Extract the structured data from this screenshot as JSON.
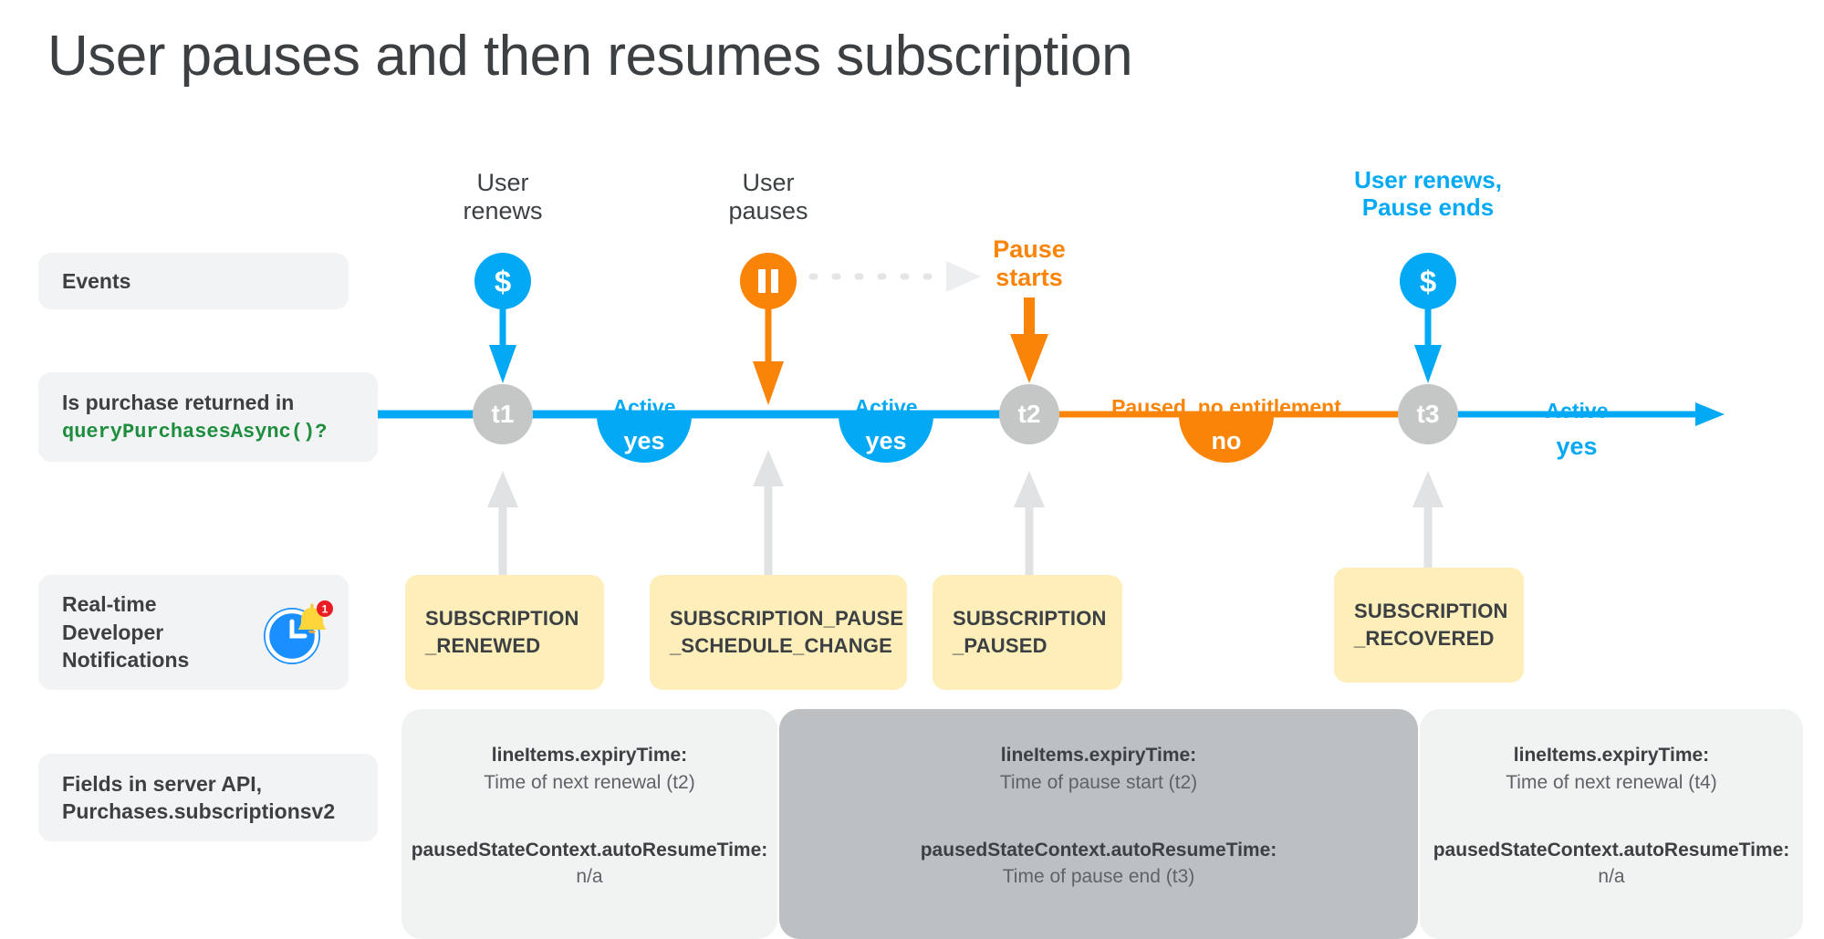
{
  "page": {
    "title": "User pauses and then resumes subscription",
    "background": "#ffffff"
  },
  "colors": {
    "blue": "#03a9f4",
    "orange": "#f98407",
    "gray_node": "#c4c7c5",
    "yellow_box": "#fdeeba",
    "light_box": "#f1f2f2",
    "dark_box": "#bcc0c2",
    "green_code": "#1e8e3e",
    "text": "#3c4043"
  },
  "rows": {
    "events": {
      "label": "Events"
    },
    "query": {
      "line1": "Is purchase returned in",
      "line2": "queryPurchasesAsync()?"
    },
    "rtdn": {
      "line1": "Real-time",
      "line2": "Developer",
      "line3": "Notifications",
      "icon": "clock-bell-notification-icon",
      "badge": "1"
    },
    "fields": {
      "line1": "Fields in server API,",
      "line2": "Purchases.subscriptionsv2"
    }
  },
  "events": [
    {
      "caption_line1": "User",
      "caption_line2": "renews",
      "icon": "dollar-icon",
      "glyph": "$",
      "color": "#03a9f4",
      "style": "plain"
    },
    {
      "caption_line1": "User",
      "caption_line2": "pauses",
      "icon": "pause-icon",
      "glyph": "",
      "color": "#f98407",
      "style": "plain"
    },
    {
      "caption_line1": "Pause",
      "caption_line2": "starts",
      "icon": "none",
      "glyph": "",
      "color": "#f98407",
      "style": "bold-orange"
    },
    {
      "caption_line1": "User renews,",
      "caption_line2": "Pause ends",
      "icon": "dollar-icon",
      "glyph": "$",
      "color": "#03a9f4",
      "style": "bold-blue"
    }
  ],
  "timeline": {
    "nodes": [
      {
        "label": "t1"
      },
      {
        "label": "t2"
      },
      {
        "label": "t3"
      }
    ],
    "segments": [
      {
        "status": "Active",
        "entitlement": "yes",
        "color": "#03a9f4"
      },
      {
        "status": "Active",
        "entitlement": "yes",
        "color": "#03a9f4"
      },
      {
        "status": "Paused, no entitlement",
        "entitlement": "no",
        "color": "#f98407"
      },
      {
        "status": "Active",
        "entitlement": "yes",
        "color": "#03a9f4"
      }
    ]
  },
  "notifications": [
    {
      "line1": "SUBSCRIPTION",
      "line2": "_RENEWED"
    },
    {
      "line1": "SUBSCRIPTION_PAUSE",
      "line2": "_SCHEDULE_CHANGE"
    },
    {
      "line1": "SUBSCRIPTION",
      "line2": "_PAUSED"
    },
    {
      "line1": "SUBSCRIPTION",
      "line2": "_RECOVERED"
    }
  ],
  "field_boxes": [
    {
      "tone": "light",
      "expiry_key": "lineItems.expiryTime:",
      "expiry_value": "Time of next renewal (t2)",
      "resume_key": "pausedStateContext.autoResumeTime:",
      "resume_value": "n/a"
    },
    {
      "tone": "dark",
      "expiry_key": "lineItems.expiryTime:",
      "expiry_value": "Time of pause start (t2)",
      "resume_key": "pausedStateContext.autoResumeTime:",
      "resume_value": "Time of pause end (t3)"
    },
    {
      "tone": "light",
      "expiry_key": "lineItems.expiryTime:",
      "expiry_value": "Time of next renewal (t4)",
      "resume_key": "pausedStateContext.autoResumeTime:",
      "resume_value": "n/a"
    }
  ]
}
